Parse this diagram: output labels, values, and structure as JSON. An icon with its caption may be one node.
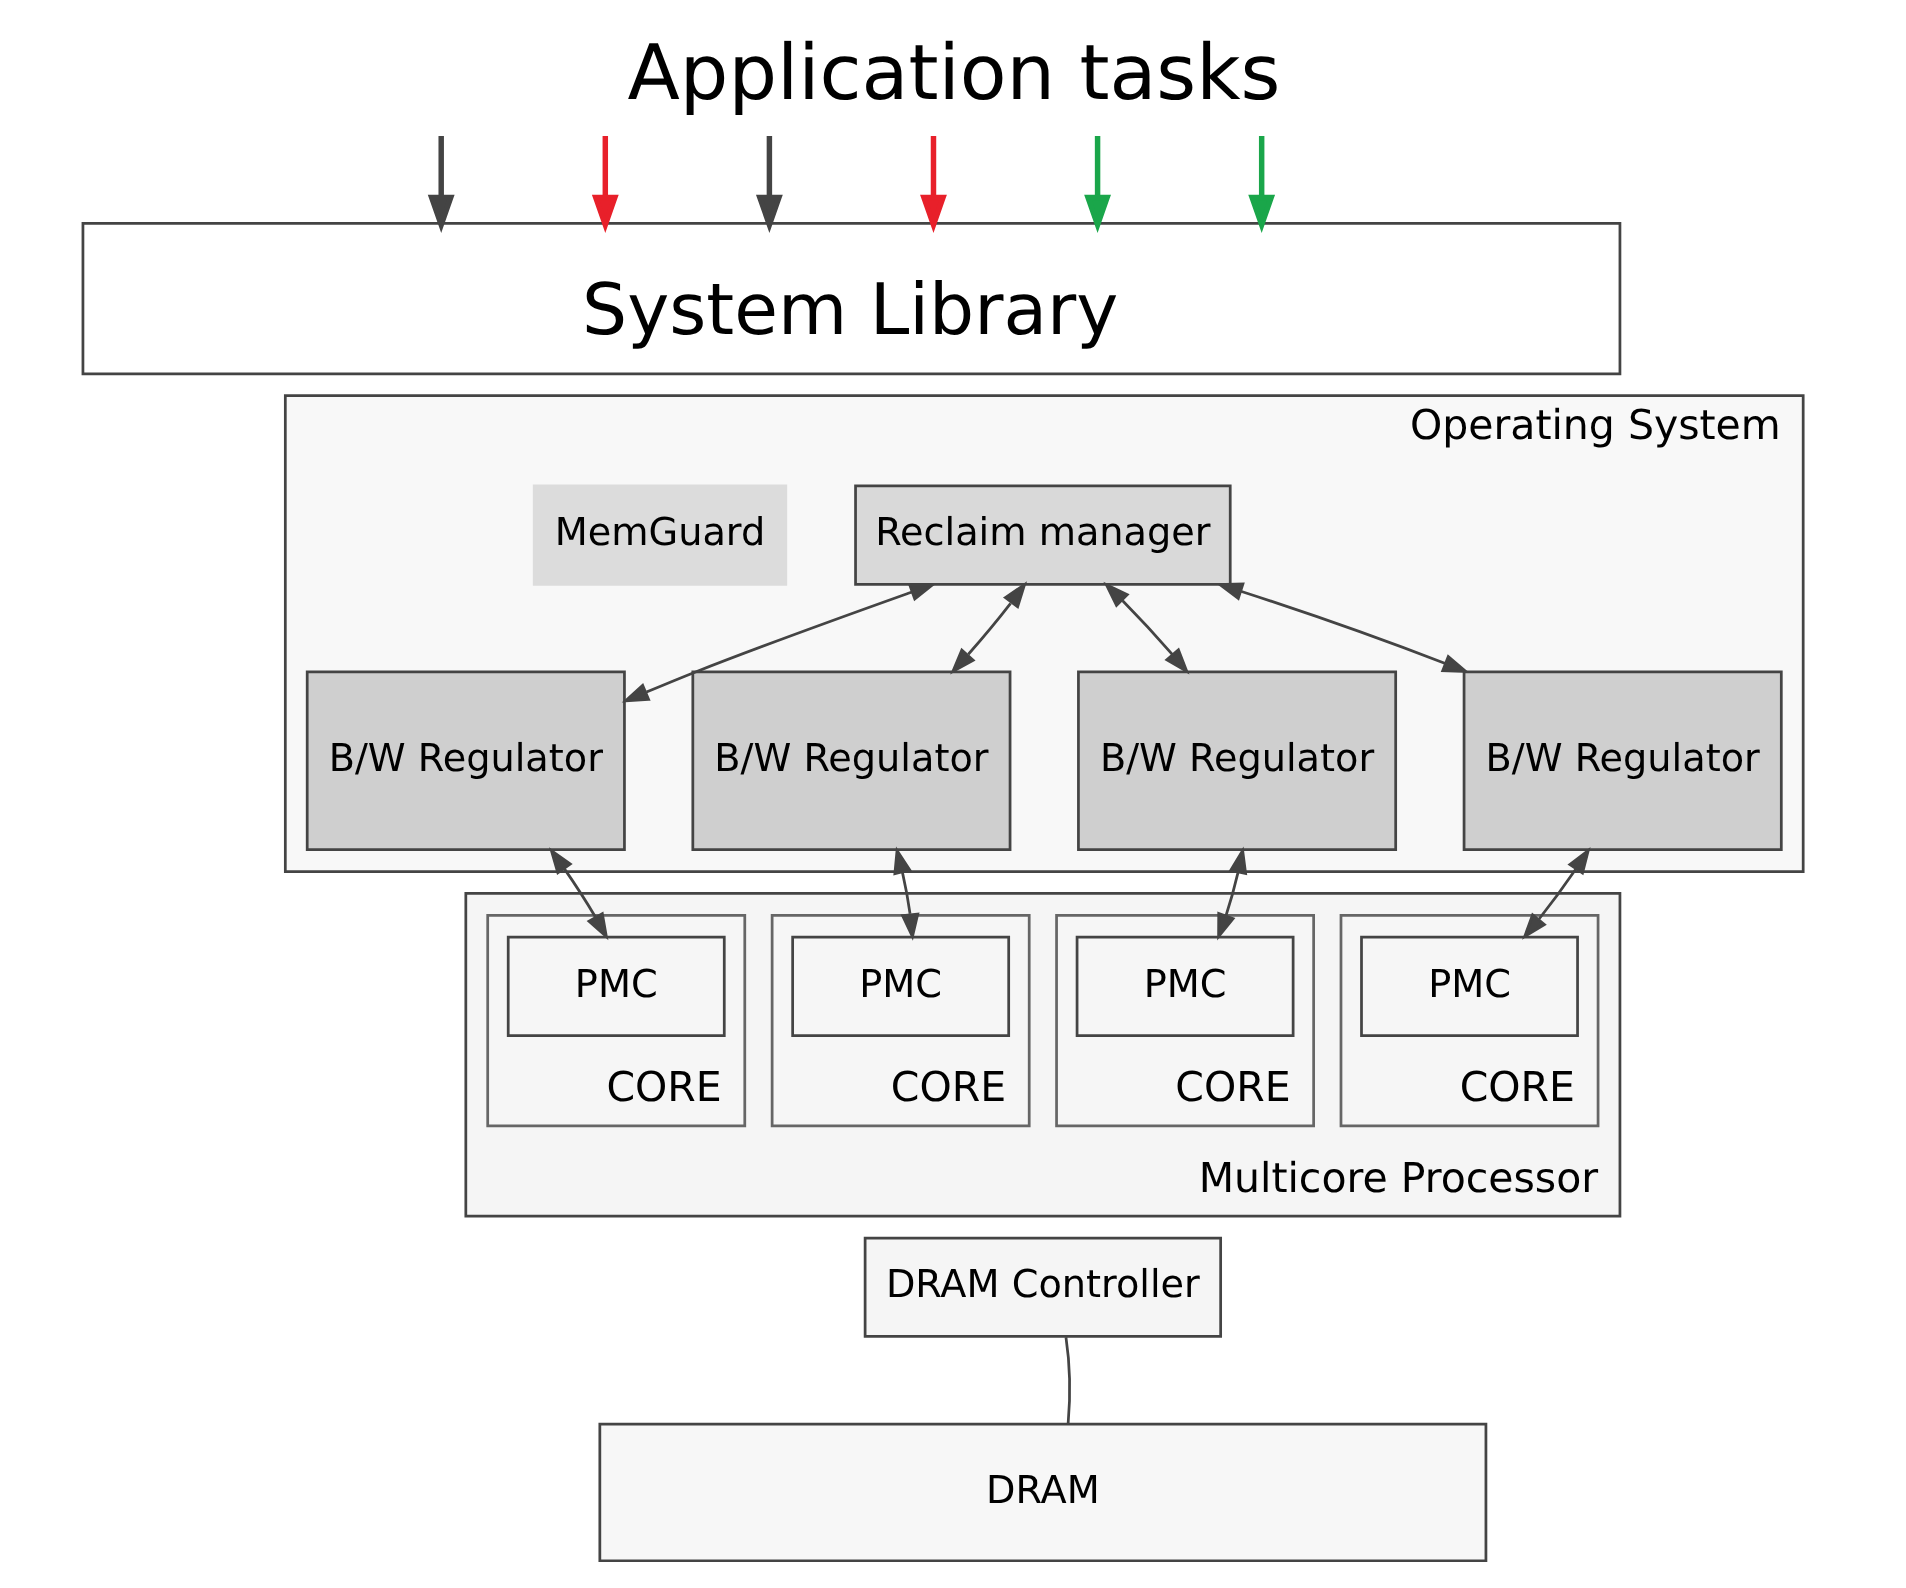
{
  "diagram": {
    "title": "Application tasks",
    "nodes": [
      {
        "text": [
          "System Library"
        ]
      },
      {
        "text": [
          "Operating System"
        ]
      },
      {
        "text": [
          "MemGuard"
        ],
        "in": 1
      },
      {
        "text": [
          "Reclaim manager"
        ],
        "in": 1
      },
      {
        "text": [
          "B/W Regulator"
        ],
        "in": 1
      },
      {
        "text": [
          "B/W Regulator"
        ],
        "in": 1
      },
      {
        "text": [
          "B/W Regulator"
        ],
        "in": 1
      },
      {
        "text": [
          "B/W Regulator"
        ],
        "in": 1
      },
      {
        "text": [
          "Multicore Processor"
        ]
      },
      {
        "text": [
          "CORE"
        ],
        "in": 8
      },
      {
        "text": [
          "PMC"
        ],
        "in": 9
      },
      {
        "text": [
          "CORE"
        ],
        "in": 8
      },
      {
        "text": [
          "PMC"
        ],
        "in": 11
      },
      {
        "text": [
          "CORE"
        ],
        "in": 8
      },
      {
        "text": [
          "PMC"
        ],
        "in": 13
      },
      {
        "text": [
          "CORE"
        ],
        "in": 8
      },
      {
        "text": [
          "PMC"
        ],
        "in": 15
      },
      {
        "text": [
          "DRAM Controller"
        ]
      },
      {
        "text": [
          "DRAM"
        ]
      }
    ],
    "edges": [
      {
        "from": null,
        "to": 0,
        "arrow": "to"
      },
      {
        "from": null,
        "to": 0,
        "arrow": "to",
        "color": "#e8202a"
      },
      {
        "from": null,
        "to": 0,
        "arrow": "to"
      },
      {
        "from": null,
        "to": 0,
        "arrow": "to",
        "color": "#e8202a"
      },
      {
        "from": null,
        "to": 0,
        "arrow": "to",
        "color": "#1aa64a"
      },
      {
        "from": null,
        "to": 0,
        "arrow": "to",
        "color": "#1aa64a"
      },
      {
        "from": 4,
        "to": 3,
        "arrow": "both"
      },
      {
        "from": 5,
        "to": 3,
        "arrow": "both"
      },
      {
        "from": 6,
        "to": 3,
        "arrow": "both"
      },
      {
        "from": 7,
        "to": 3,
        "arrow": "both"
      },
      {
        "from": 4,
        "to": 10,
        "arrow": "both"
      },
      {
        "from": 5,
        "to": 12,
        "arrow": "both"
      },
      {
        "from": 6,
        "to": 14,
        "arrow": "both"
      },
      {
        "from": 7,
        "to": 16,
        "arrow": "both"
      },
      {
        "from": 17,
        "to": 18,
        "arrow": "none"
      }
    ]
  }
}
